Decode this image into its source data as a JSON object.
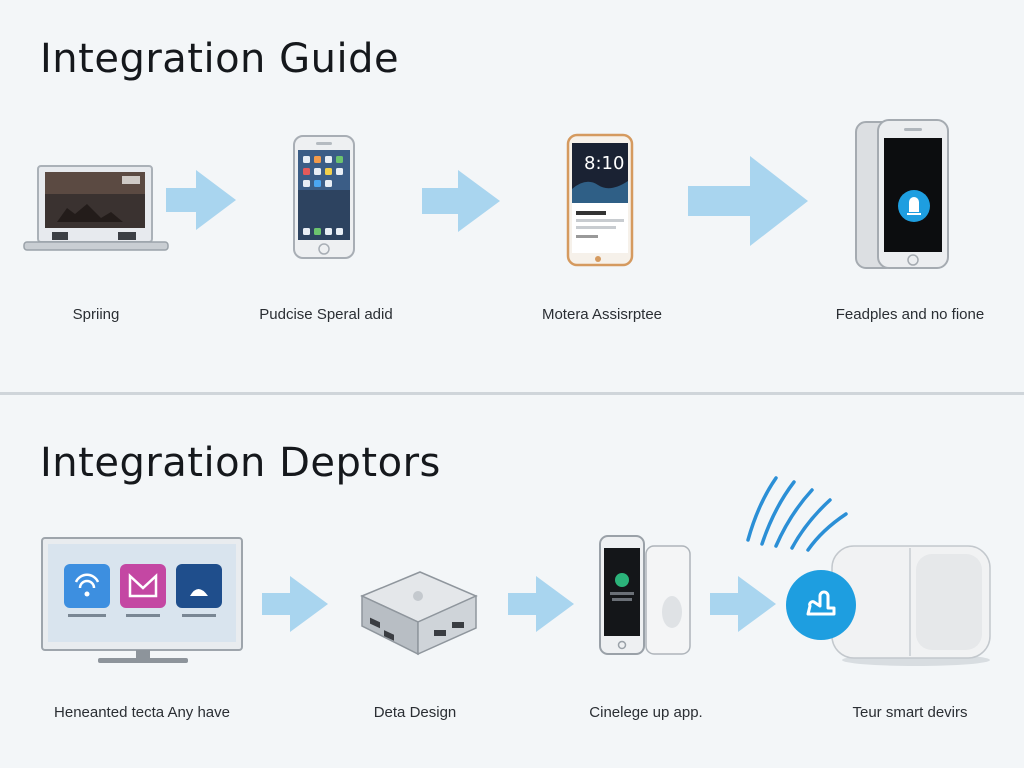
{
  "guide": {
    "title": "Integration Guide",
    "steps": [
      {
        "label": "Spriing",
        "icon": "laptop-icon"
      },
      {
        "label": "Pudcise Speral adid",
        "icon": "smartphone-icon"
      },
      {
        "label": "Motera Assisrptee",
        "icon": "phone-app-icon"
      },
      {
        "label": "Feadples and no fione",
        "icon": "phone-assistant-icon"
      }
    ],
    "phone_clock": "8:10"
  },
  "deptors": {
    "title": "Integration Deptors",
    "steps": [
      {
        "label": "Heneanted tecta Any have",
        "icon": "smart-tv-icon"
      },
      {
        "label": "Deta Design",
        "icon": "hub-box-icon"
      },
      {
        "label": "Cinelege up app.",
        "icon": "phone-and-speaker-icon"
      },
      {
        "label": "Teur smart devirs",
        "icon": "smart-device-icon"
      }
    ]
  },
  "colors": {
    "arrow": "#a9d5ef",
    "accent": "#1e9ee0",
    "wave": "#2b8fd6"
  }
}
